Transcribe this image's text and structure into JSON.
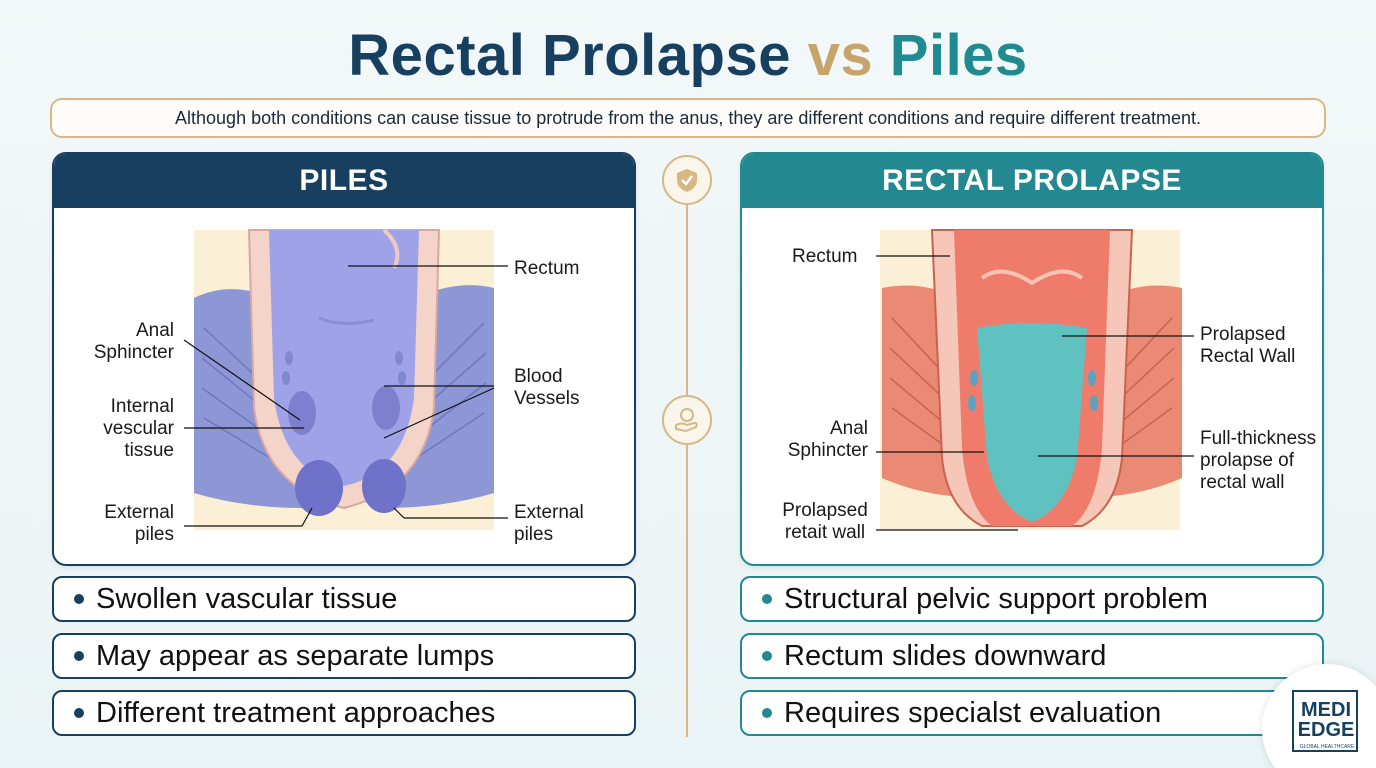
{
  "title": {
    "part1": "Rectal Prolapse",
    "part2": "vs",
    "part3": "Piles"
  },
  "subtitle": "Although both conditions can cause tissue to protrude from the anus, they are different conditions and require different treatment.",
  "piles": {
    "heading": "PILES",
    "labels": {
      "rectum": "Rectum",
      "anal_sphincter": "Anal\nSphincter",
      "internal_vascular": "Internal\nvescular\ntissue",
      "blood_vessels": "Blood\nVessels",
      "external_piles_left": "External\npiles",
      "external_piles_right": "External\npiles"
    },
    "bullets": [
      "Swollen vascular tissue",
      "May appear as separate lumps",
      "Different treatment approaches"
    ]
  },
  "prolapse": {
    "heading": "RECTAL PROLAPSE",
    "labels": {
      "rectum": "Rectum",
      "prolapsed_rectal_wall": "Prolapsed\nRectal Wall",
      "anal_sphincter": "Anal\nSphincter",
      "full_thickness": "Full-thickness\nprolapse of\nrectal wall",
      "prolapsed_retait_wall": "Prolapsed\nretait wall"
    },
    "bullets": [
      "Structural pelvic support problem",
      "Rectum slides downward",
      "Requires specialst evaluation"
    ]
  },
  "logo": {
    "line1": "MEDI",
    "line2": "EDGE",
    "tagline": "GLOBAL HEALTHCARE"
  },
  "colors": {
    "navy": "#173f5f",
    "teal": "#1f8a90",
    "gold": "#c7a46a",
    "piles_tissue": "#9a9ee0",
    "prolapse_tissue": "#e9826e",
    "prolapse_mucosa": "#5fc2c0"
  },
  "icons": [
    "shield-check-icon",
    "hand-coin-icon"
  ]
}
